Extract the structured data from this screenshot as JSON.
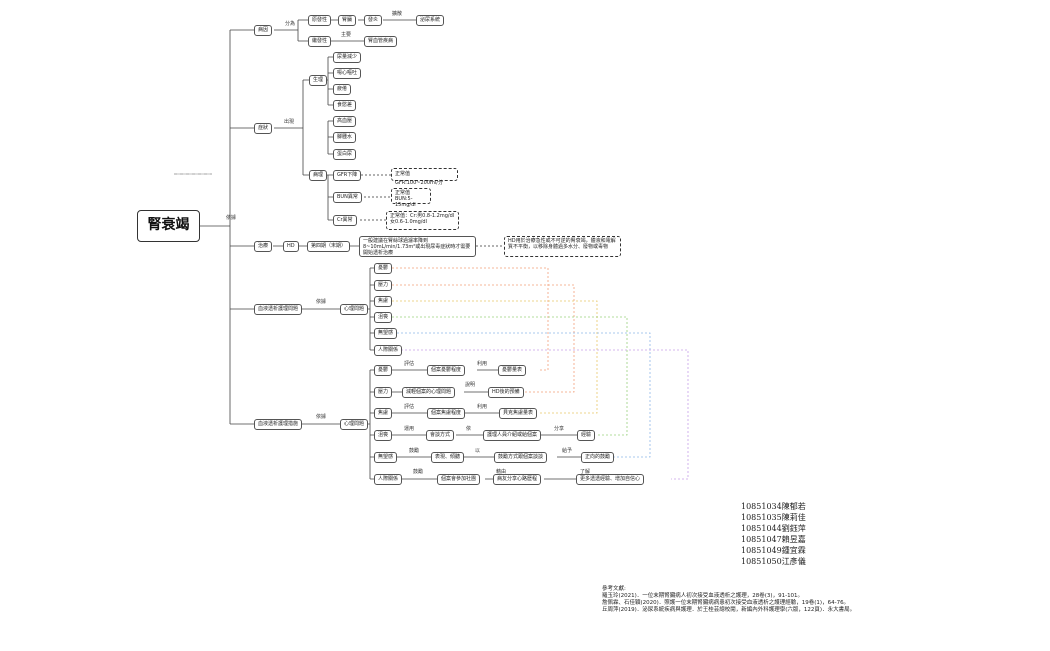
{
  "root": "腎衰竭",
  "root_link": "依據",
  "branches": {
    "cause": {
      "label": "病因",
      "link": "分為",
      "primary": {
        "label": "原發性",
        "kidney": "腎臟",
        "inflam": "發炎",
        "link_spread": "擴散",
        "system": "泌尿系統"
      },
      "secondary": {
        "label": "繼發性",
        "link_main": "主要",
        "cause": "腎血管疾病"
      }
    },
    "symptoms": {
      "label": "症狀",
      "link": "出現",
      "physio": {
        "label": "生理",
        "items": [
          "尿量減少",
          "噁心嘔吐",
          "疲倦",
          "食慾差",
          "高血壓",
          "腳腫水",
          "蛋白尿"
        ]
      },
      "pathology": {
        "label": "病理",
        "items": [
          {
            "label": "GFR下降",
            "note": "正常值 GFR:100~200ml/分"
          },
          {
            "label": "BUN異常",
            "note": "正常值\nBUN:5-15mg/dl"
          },
          {
            "label": "Cr異常",
            "note": "正常值：Cr:男0.8-1.2mg/dl\n女0.6-1.0mg/dl"
          }
        ]
      }
    },
    "treatment": {
      "label": "治療",
      "method": "HD",
      "stage": "第四期（末期）",
      "desc": "一般建議在腎絲球過濾率降到8~10mL/min/1.73m²或出現尿毒症狀時才需要開始透析治療",
      "note": "HD用於治療急性或不可逆的腎衰竭，體液和電解質不平衡，以移除身體過多水分、廢物或毒物"
    },
    "before": {
      "label": "血液透析護理問題",
      "link": "依據",
      "category": "心理問題",
      "items": [
        "憂鬱",
        "壓力",
        "焦慮",
        "沮喪",
        "無望感",
        "人際關係"
      ]
    },
    "after": {
      "label": "血液透析護理措施",
      "link": "依據",
      "category": "心理問題",
      "rows": [
        {
          "label": "憂鬱",
          "l1": "評估",
          "n1": "個案憂鬱程度",
          "l2": "利用",
          "n2": "憂鬱量表"
        },
        {
          "label": "壓力",
          "l1": "",
          "n1": "減輕個案的心理問題",
          "l2": "說明",
          "n2": "HD後的預備"
        },
        {
          "label": "焦慮",
          "l1": "評估",
          "n1": "個案焦慮程度",
          "l2": "利用",
          "n2": "貝克焦慮量表"
        },
        {
          "label": "沮喪",
          "l1": "運用",
          "n1": "會談方式",
          "l2": "依",
          "n2": "護理人員介紹或給個案",
          "l3": "分享",
          "n3": "經驗"
        },
        {
          "label": "無望感",
          "l1": "鼓勵",
          "n1": "表現、傾聽",
          "l2": "以",
          "n2": "鼓勵方式跟個案談談",
          "l3": "給予",
          "n3": "正向的鼓勵"
        },
        {
          "label": "人際關係",
          "l1": "鼓勵",
          "n1": "個案會參加社團",
          "l2": "藉由",
          "n2": "病友分享心路歷程",
          "l3": "了解",
          "n3": "更多透透經驗、增加自信心"
        }
      ]
    }
  },
  "students": [
    "10851034陳郁若",
    "10851035陳莉佳",
    "10851044劉鈺萍",
    "10851047賴昱嘉",
    "10851049鍾宜霖",
    "10851050江彥儀"
  ],
  "references": {
    "title": "參考文獻:",
    "items": [
      "羅玉玲(2021)．一位末期腎臟病人初次接受血液透析之護理，28卷(3)，91-101。",
      "詹佩霖、石佳穎(2020)．照護一位末期腎臟病病患初次接受血液透析之護理經驗，19卷(1)，64-76。",
      "丘周萍(2019)．泌尿系統疾病與護理．於王桂芸總校閱，新編內外科護理學(六版，122頁)．永大書局。"
    ]
  },
  "colors": {
    "line": "#444444",
    "dash": [
      "#f2a07a",
      "#f2a07a",
      "#e8c86a",
      "#9ad17e",
      "#8fb8e8",
      "#c7a0e8"
    ]
  }
}
